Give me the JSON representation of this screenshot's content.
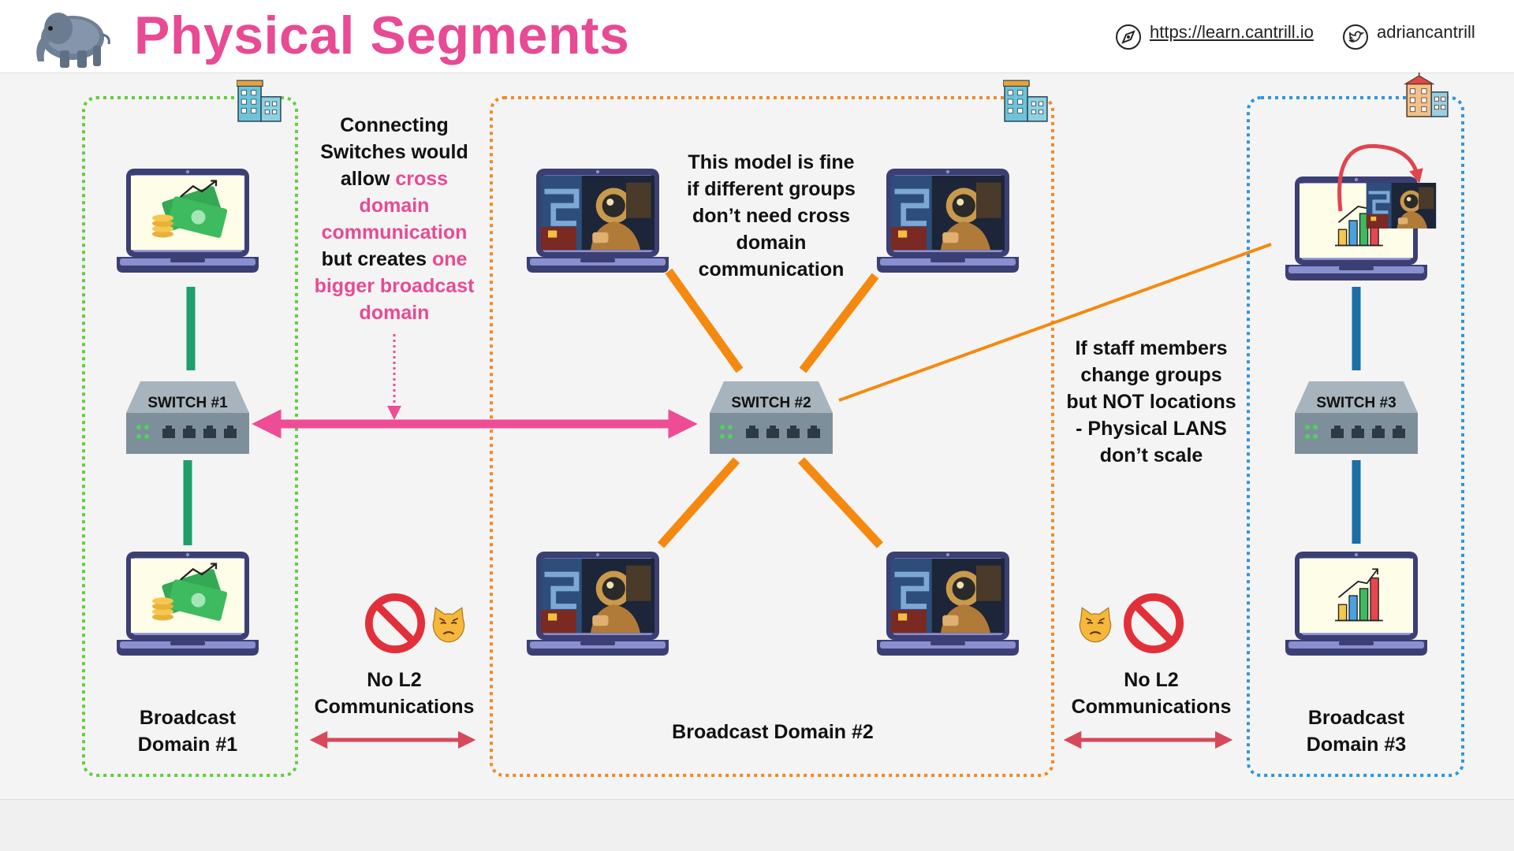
{
  "header": {
    "title": "Physical Segments",
    "site_url": "https://learn.cantrill.io",
    "handle": "adriancantrill"
  },
  "colors": {
    "title_pink": "#e84a93",
    "domain1_border": "#5ecf3a",
    "domain2_border": "#f08a24",
    "domain3_border": "#2b95e0",
    "link_green": "#1e9e6a",
    "link_orange": "#f5890f",
    "link_blue": "#1c6ea4",
    "pink_arrow": "#ee4d96",
    "red_arrow": "#d9475a"
  },
  "switches": {
    "switch1": "SWITCH #1",
    "switch2": "SWITCH #2",
    "switch3": "SWITCH #3"
  },
  "annotations": {
    "connecting": {
      "l1": "Connecting",
      "l2": "Switches would",
      "l3a": "allow ",
      "l3b": "cross",
      "l4": "domain",
      "l5": "communication",
      "l6a": "but creates ",
      "l6b": "one",
      "l7": "bigger broadcast",
      "l8": "domain"
    },
    "model_fine": {
      "l1": "This model is fine",
      "l2": "if different groups",
      "l3": "don’t need cross",
      "l4": "domain",
      "l5": "communication"
    },
    "staff": {
      "l1": "If staff members",
      "l2": "change groups",
      "l3": "but NOT locations",
      "l4": "- Physical LANS",
      "l5": "don’t scale"
    },
    "no_l2_left": {
      "l1": "No L2",
      "l2": "Communications"
    },
    "no_l2_right": {
      "l1": "No L2",
      "l2": "Communications"
    }
  },
  "domains": {
    "d1": {
      "l1": "Broadcast",
      "l2": "Domain #1"
    },
    "d2": {
      "l1": "Broadcast Domain #2"
    },
    "d3": {
      "l1": "Broadcast",
      "l2": "Domain #3"
    }
  },
  "icons": {
    "logo": "elephant-logo-icon",
    "web": "compass-icon",
    "social": "twitter-bird-icon",
    "building": "office-building-icon",
    "laptop_finance": "laptop-money-icon",
    "laptop_game": "laptop-game-character-icon",
    "laptop_chart": "laptop-bar-chart-icon",
    "prohibited": "prohibited-sign-icon",
    "cat": "grumpy-cat-emoji-icon"
  }
}
